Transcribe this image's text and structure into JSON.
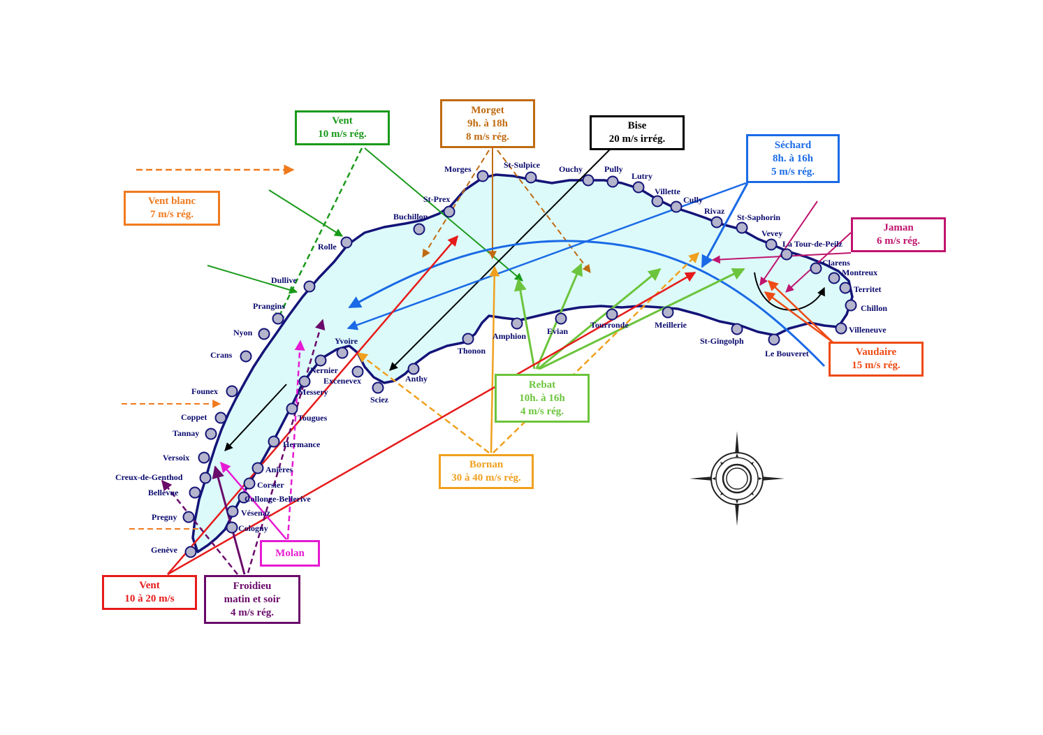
{
  "colors": {
    "lake_fill": "#dcfafa",
    "lake_outline": "#141478",
    "town_marker": "#b4b4cc",
    "vent_green": "#1a9a1a",
    "morget_brown": "#c06a10",
    "bise_black": "#000000",
    "sechard_blue": "#1a6ae6",
    "jaman_magenta": "#c0146e",
    "vaudaire_red": "#ee4a14",
    "vent_blanc_orange": "#f07a1e",
    "rebat_lime": "#6cc43c",
    "bornan_orange": "#f0a01e",
    "vent_red": "#e61a1a",
    "froidieu_purple": "#6a0a6a",
    "molan_pink": "#e61ad2"
  },
  "winds": [
    {
      "id": "vent-green",
      "color": "#1a9a1a",
      "lines": [
        "Vent",
        "10 m/s  rég."
      ]
    },
    {
      "id": "morget",
      "color": "#c06a10",
      "lines": [
        "Morget",
        "9h. à 18h",
        "8 m/s  rég."
      ]
    },
    {
      "id": "bise",
      "color": "#000000",
      "lines": [
        "Bise",
        "20 m/s  irrég."
      ]
    },
    {
      "id": "sechard",
      "color": "#1a6ae6",
      "lines": [
        "Séchard",
        "8h. à 16h",
        "5 m/s  rég."
      ]
    },
    {
      "id": "jaman",
      "color": "#c0146e",
      "lines": [
        "Jaman",
        "6 m/s  rég."
      ]
    },
    {
      "id": "vaudaire",
      "color": "#ee4a14",
      "lines": [
        "Vaudaire",
        "15 m/s  rég."
      ]
    },
    {
      "id": "vent-blanc",
      "color": "#f07a1e",
      "lines": [
        "Vent blanc",
        "7 m/s  rég."
      ]
    },
    {
      "id": "rebat",
      "color": "#6cc43c",
      "lines": [
        "Rebat",
        "10h. à 16h",
        "4 m/s  rég."
      ]
    },
    {
      "id": "bornan",
      "color": "#f0a01e",
      "lines": [
        "Bornan",
        "30 à 40 m/s  rég."
      ]
    },
    {
      "id": "vent-red",
      "color": "#e61a1a",
      "lines": [
        "Vent",
        "10 à 20 m/s"
      ]
    },
    {
      "id": "froidieu",
      "color": "#6a0a6a",
      "lines": [
        "Froidieu",
        "matin et soir",
        "4 m/s  rég."
      ]
    },
    {
      "id": "molan",
      "color": "#e61ad2",
      "lines": [
        "Molan"
      ]
    }
  ],
  "towns": [
    "Genève",
    "Pregny",
    "Bellevue",
    "Creux-de-Genthod",
    "Versoix",
    "Tannay",
    "Coppet",
    "Founex",
    "Crans",
    "Nyon",
    "Prangins",
    "Dullive",
    "Rolle",
    "Buchillon",
    "St-Prex",
    "Morges",
    "St-Sulpice",
    "Ouchy",
    "Pully",
    "Lutry",
    "Villette",
    "Cully",
    "Rivaz",
    "St-Saphorin",
    "Vevey",
    "La Tour-de-Peilz",
    "Clarens",
    "Montreux",
    "Territet",
    "Chillon",
    "Villeneuve",
    "Le Bouveret",
    "St-Gingolph",
    "Meillerie",
    "Tourronde",
    "Evian",
    "Amphion",
    "Thonon",
    "Anthy",
    "Sciez",
    "Excenevex",
    "Yvoire",
    "Nernier",
    "Messery",
    "Tougues",
    "Hermance",
    "Anières",
    "Corsier",
    "Collonge-Bellerive",
    "Vésenaz",
    "Cologny"
  ],
  "compass": {
    "icon": "compass-rose-icon"
  }
}
